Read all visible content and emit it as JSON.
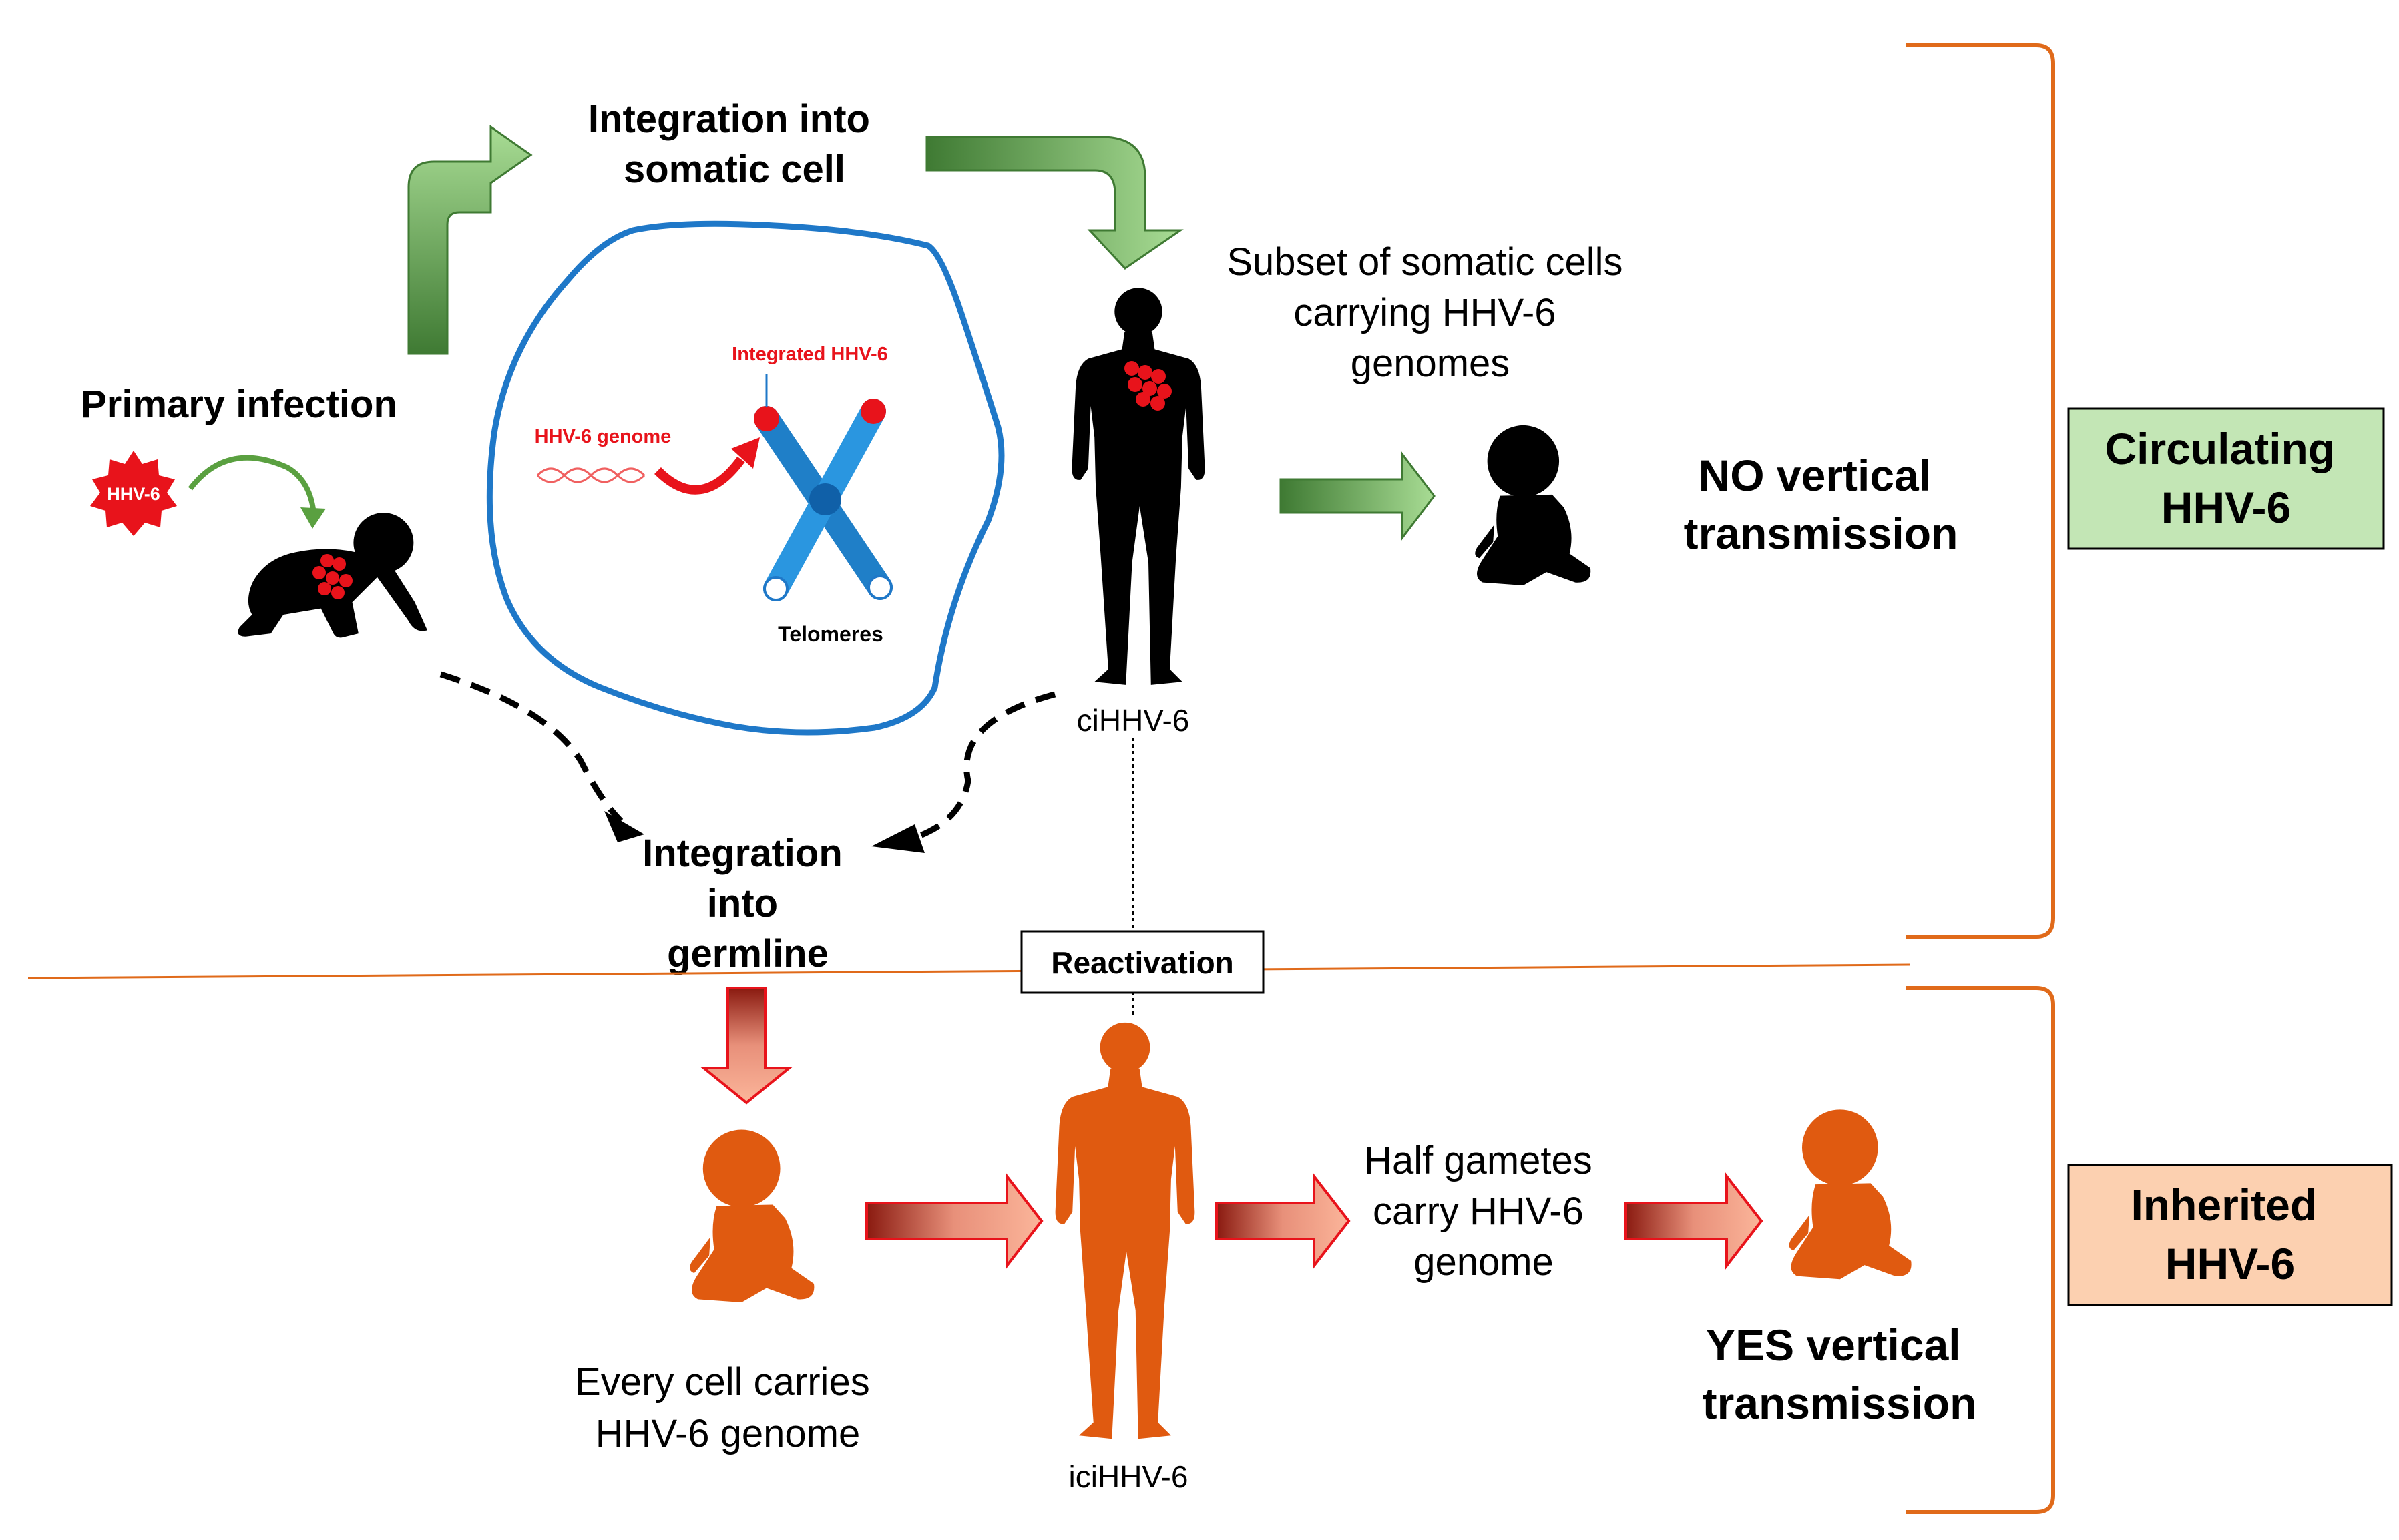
{
  "labels": {
    "integration_somatic": [
      "Integration into",
      "somatic cell"
    ],
    "primary_infection": "Primary infection",
    "hhv6_badge": "HHV-6",
    "integrated_hhv6": "Integrated HHV-6",
    "hhv6_genome": "HHV-6 genome",
    "telomeres": "Telomeres",
    "subset_somatic": [
      "Subset of somatic cells",
      "carrying HHV-6",
      "genomes"
    ],
    "no_vertical": [
      "NO vertical",
      "transmission"
    ],
    "circulating": [
      "Circulating",
      "HHV-6"
    ],
    "cihhv6": "ciHHV-6",
    "integration_germline": [
      "Integration",
      "into",
      "germline"
    ],
    "reactivation": "Reactivation",
    "every_cell": [
      "Every cell carries",
      "HHV-6 genome"
    ],
    "half_gametes": [
      "Half gametes",
      "carry HHV-6",
      "genome"
    ],
    "yes_vertical": [
      "YES vertical",
      "transmission"
    ],
    "inherited": [
      "Inherited",
      "HHV-6"
    ],
    "icihhv6": "iciHHV-6"
  },
  "colors": {
    "green_box": "#c3e6b5",
    "orange_box": "#fcd0b0",
    "orange": "#e05a10",
    "bracket": "#e06a1a",
    "blue": "#1f78c8",
    "red": "#e8131b",
    "green_dark": "#3f7a33",
    "green_light": "#9ed48a"
  },
  "icons": [
    "crawling-baby-icon",
    "sitting-baby-icon",
    "standing-man-icon",
    "chromosome-icon",
    "dna-strand-icon",
    "virus-badge-icon"
  ]
}
